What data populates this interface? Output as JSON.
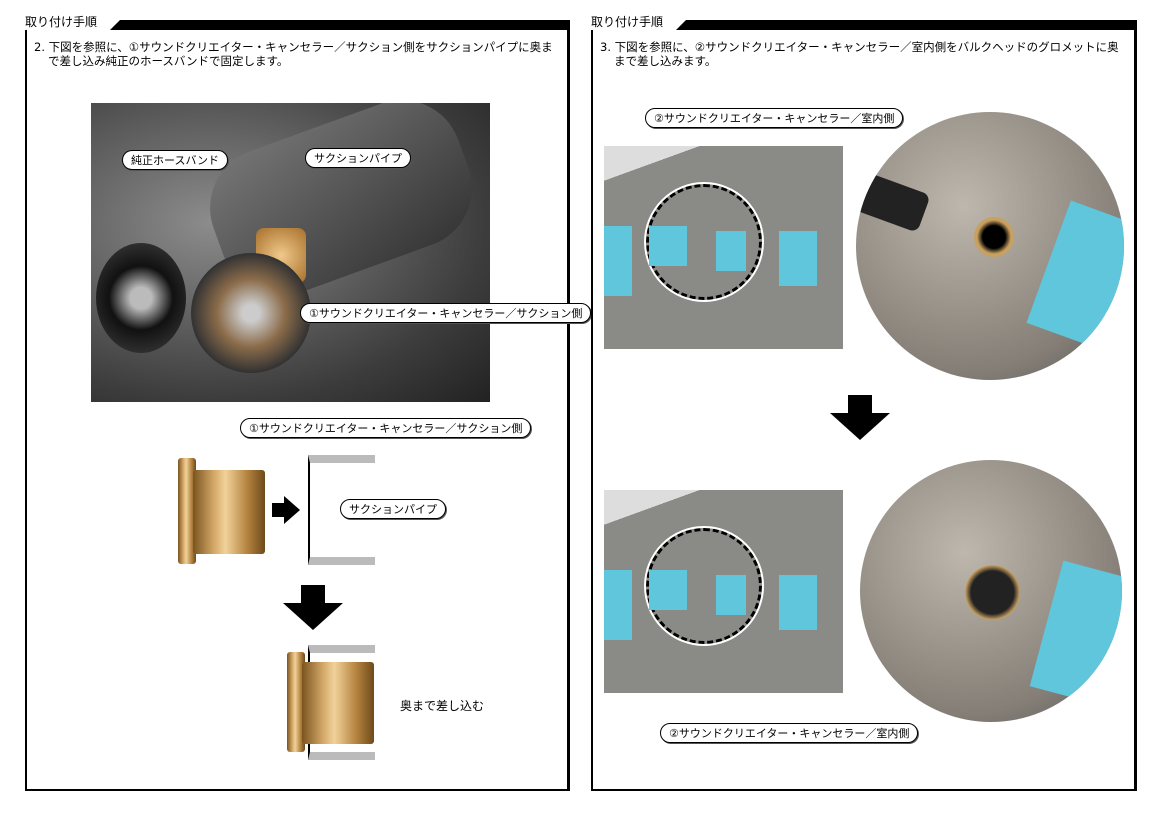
{
  "left": {
    "header": "取り付け手順",
    "instruction": "2. 下図を参照に、①サウンドクリエイター・キャンセラー／サクション側をサクションパイプに奥まで差し込み純正のホースバンドで固定します。",
    "photo_labels": {
      "hose_band": "純正ホースバンド",
      "suction_pipe": "サクションパイプ",
      "part": "①サウンドクリエイター・キャンセラー／サクション側"
    },
    "diagram_labels": {
      "part": "①サウンドクリエイター・キャンセラー／サクション側",
      "suction_pipe": "サクションパイプ",
      "insert": "奥まで差し込む"
    }
  },
  "right": {
    "header": "取り付け手順",
    "instruction": "3. 下図を参照に、②サウンドクリエイター・キャンセラー／室内側をバルクヘッドのグロメットに奥まで差し込みます。",
    "label_top": "②サウンドクリエイター・キャンセラー／室内側",
    "label_bottom": "②サウンドクリエイター・キャンセラー／室内側"
  }
}
